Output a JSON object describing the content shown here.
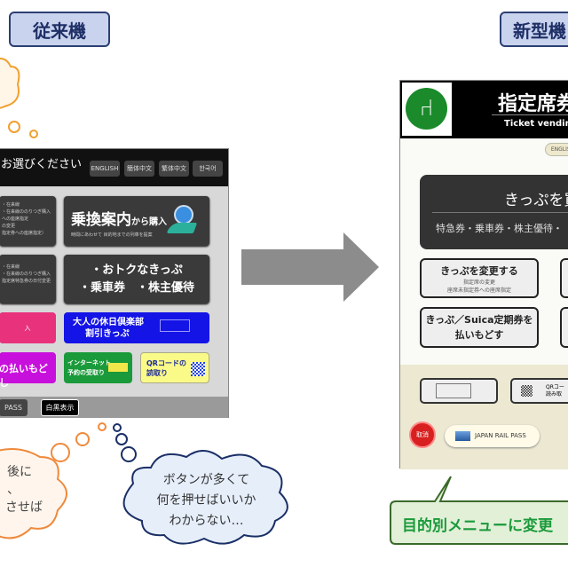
{
  "labels": {
    "old": "従来機",
    "new": "新型機"
  },
  "old_machine": {
    "title": "お選びください",
    "languages": [
      "ENGLISH",
      "簡体中文",
      "繁体中文",
      "한국어"
    ],
    "row1_left": [
      "・在来線",
      "・在来線ののりつぎ購入",
      "への座席指定",
      "の変更",
      "指定券への座席指定）"
    ],
    "transfer_title": "乗換案内",
    "transfer_suffix": "から購入",
    "transfer_sub": "時間にあわせて 目的地までの列車を提案",
    "row2_left": [
      "・在来線",
      "・在来線ののりつぎ購入",
      "指定席特急券の日付変更"
    ],
    "deals_line1": "・おトクなきっぷ",
    "deals_line2": "・乗車券　・株主優待",
    "pink": "入",
    "otona_line1": "大人の休日倶楽部",
    "otona_line2": "割引きっぷ",
    "refund": "の払いもどし",
    "internet_line1": "インターネット",
    "internet_line2": "予約の受取り",
    "qr_line1": "QRコードの",
    "qr_line2": "読取り",
    "pass": "PASS",
    "bw": "白黒表示"
  },
  "new_machine": {
    "title": "指定席券",
    "subtitle": "Ticket vending",
    "english": "ENGLISH",
    "buy": "きっぷを買",
    "buy_sub": "特急券・乗車券・株主優待・",
    "change": "きっぷを変更する",
    "change_sub1": "指定席の変更",
    "change_sub2": "座席未指定券への座席指定",
    "refund_line1": "きっぷ／Suica定期券を",
    "refund_line2": "払いもどす",
    "qr_line1": "QRコー",
    "qr_line2": "読み取",
    "cancel": "取消",
    "jrpass": "JAPAN RAIL PASS"
  },
  "bubbles": {
    "orange": [
      "後に",
      "、",
      "させば"
    ],
    "blue": [
      "ボタンが多くて",
      "何を押せばいいか",
      "わからない…"
    ]
  },
  "callout": "目的別メニューに変更"
}
